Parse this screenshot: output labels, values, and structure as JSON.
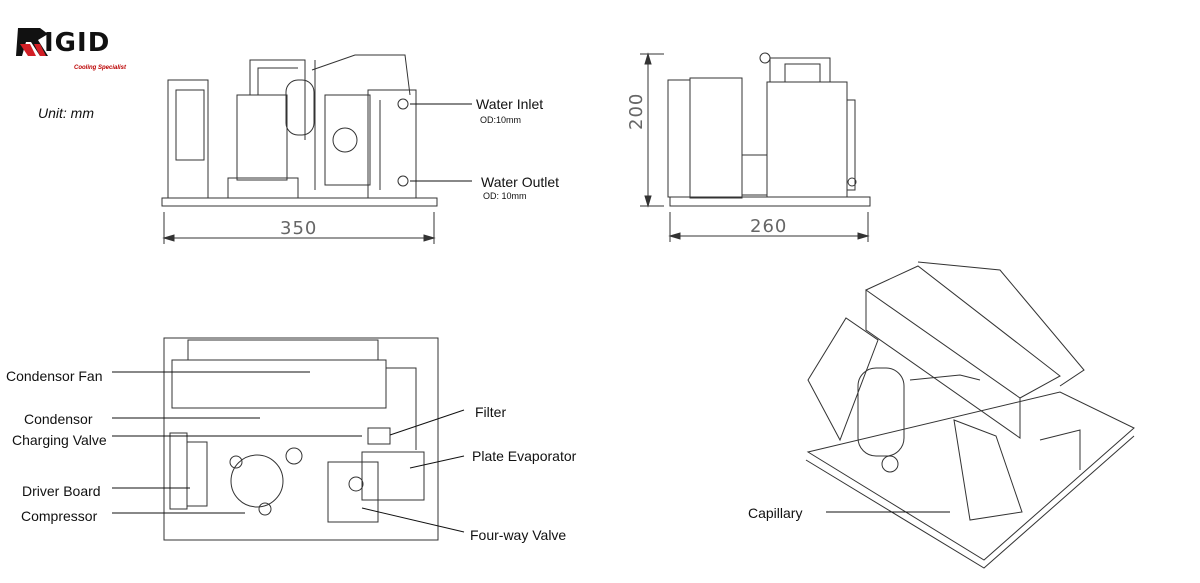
{
  "brand": {
    "name": "IGID",
    "tagline": "Cooling Specialist",
    "colors": {
      "red": "#d21f26",
      "black": "#111111"
    }
  },
  "unit_note": "Unit: mm",
  "front_view": {
    "water_inlet": "Water Inlet",
    "water_inlet_od": "OD:10mm",
    "water_outlet": "Water Outlet",
    "water_outlet_od": "OD: 10mm",
    "width_dim": "350"
  },
  "side_view": {
    "height_dim": "200",
    "depth_dim": "260"
  },
  "top_view": {
    "labels": {
      "condensor_fan": "Condensor Fan",
      "condensor": "Condensor",
      "charging_valve": "Charging Valve",
      "driver_board": "Driver Board",
      "compressor": "Compressor",
      "filter": "Filter",
      "plate_evaporator": "Plate Evaporator",
      "four_way_valve": "Four-way Valve"
    }
  },
  "iso_view": {
    "capillary": "Capillary"
  }
}
